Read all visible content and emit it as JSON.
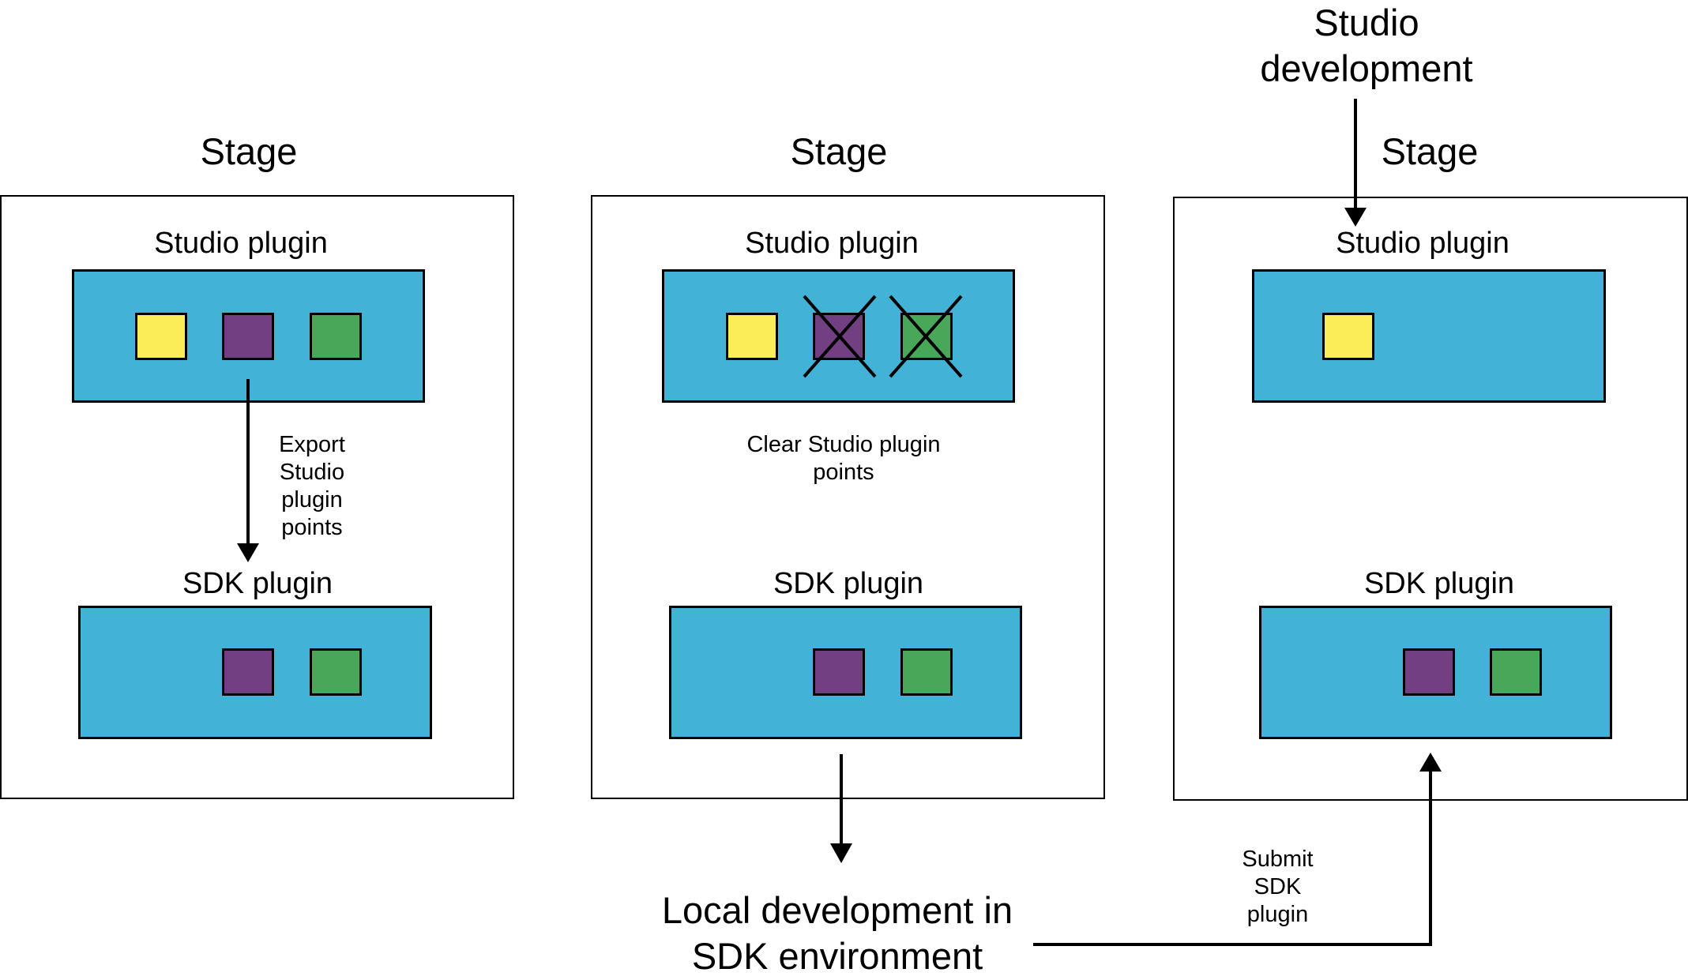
{
  "colors": {
    "plugin_fill": "#42b2d7",
    "point_yellow": "#fbed57",
    "point_purple": "#713f82",
    "point_green": "#48a759",
    "line": "#000000"
  },
  "panels": [
    {
      "stage_label": "Stage",
      "studio_label": "Studio plugin",
      "sdk_label": "SDK plugin",
      "studio_points": [
        "yellow",
        "purple",
        "green"
      ],
      "sdk_points": [
        "purple",
        "green"
      ],
      "note": [
        "Export",
        "Studio",
        "plugin",
        "points"
      ]
    },
    {
      "stage_label": "Stage",
      "studio_label": "Studio plugin",
      "sdk_label": "SDK plugin",
      "studio_points": [
        "yellow",
        "purple",
        "green"
      ],
      "crossed_points": [
        "purple",
        "green"
      ],
      "sdk_points": [
        "purple",
        "green"
      ],
      "note": [
        "Clear Studio plugin",
        "points"
      ]
    },
    {
      "stage_label": "Stage",
      "studio_label": "Studio plugin",
      "sdk_label": "SDK plugin",
      "studio_points": [
        "yellow"
      ],
      "sdk_points": [
        "purple",
        "green"
      ]
    }
  ],
  "studio_development": [
    "Studio",
    "development"
  ],
  "local_development": [
    "Local development in",
    "SDK environment"
  ],
  "submit_note": [
    "Submit",
    "SDK",
    "plugin"
  ]
}
